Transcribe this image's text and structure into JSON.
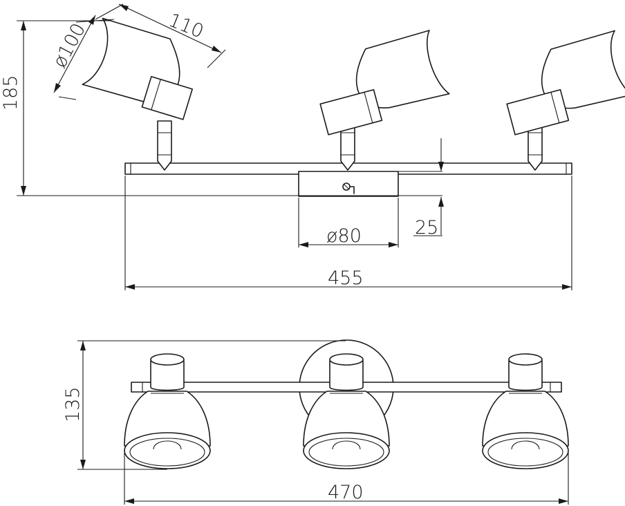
{
  "dimensions": {
    "shade_length": "110",
    "shade_diameter": "ø100",
    "total_height": "185",
    "base_diameter": "ø80",
    "base_depth": "25",
    "bar_length": "455",
    "front_height": "135",
    "front_width": "470"
  }
}
